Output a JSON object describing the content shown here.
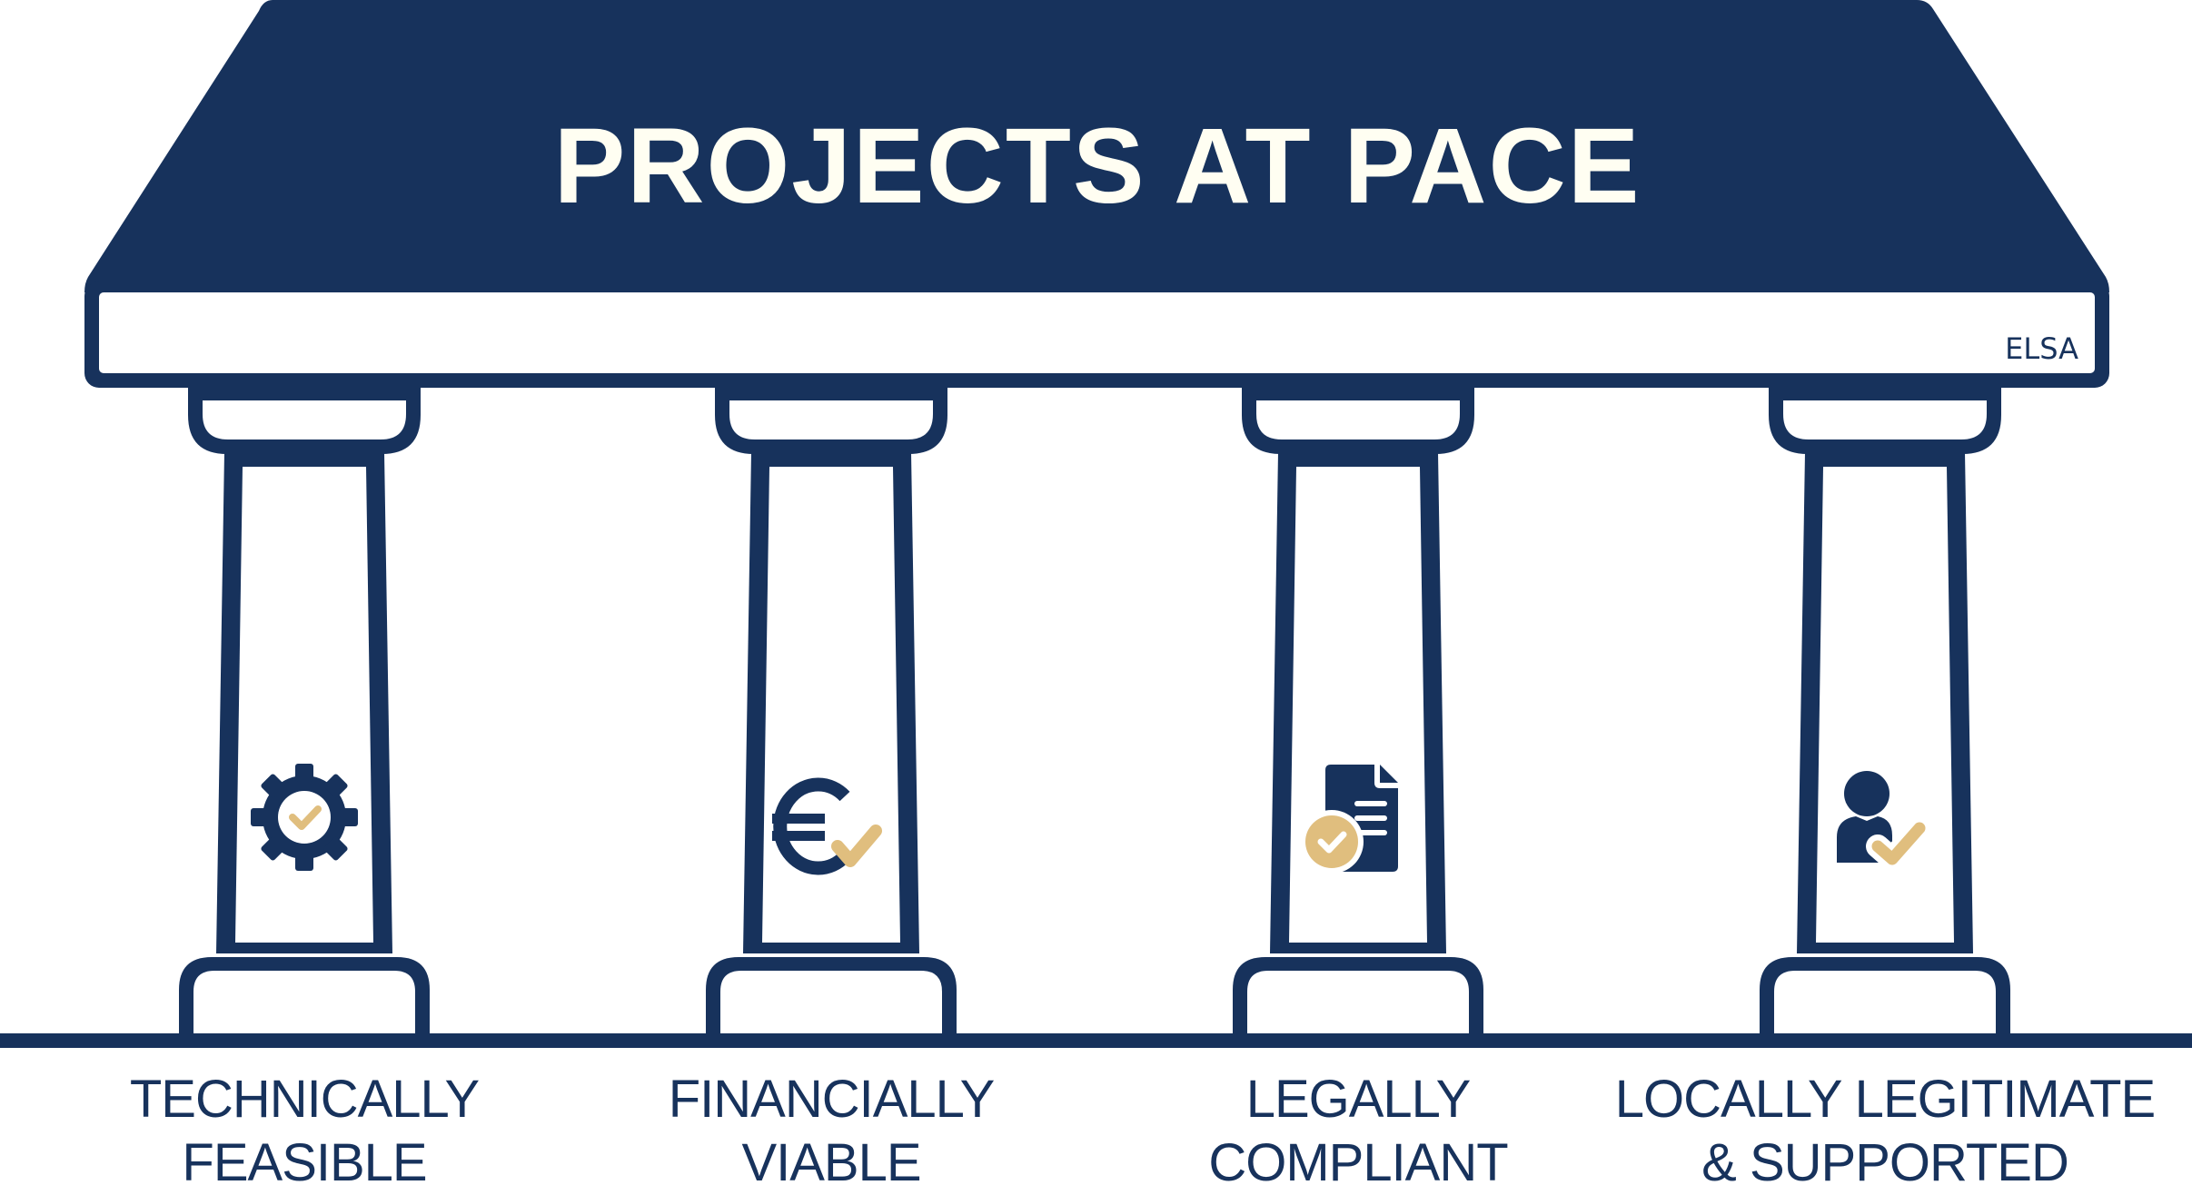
{
  "header": {
    "title": "PROJECTS AT PACE",
    "brand": "ELSA"
  },
  "colors": {
    "navy": "#17325C",
    "gold": "#E0BE7E",
    "title_text": "#FFFEF2",
    "background": "#FFFFFF"
  },
  "pillars": [
    {
      "icon": "gear-check-icon",
      "label_line1": "TECHNICALLY",
      "label_line2": "FEASIBLE"
    },
    {
      "icon": "euro-check-icon",
      "label_line1": "FINANCIALLY",
      "label_line2": "VIABLE"
    },
    {
      "icon": "document-check-icon",
      "label_line1": "LEGALLY",
      "label_line2": "COMPLIANT"
    },
    {
      "icon": "person-check-icon",
      "label_line1": "LOCALLY LEGITIMATE",
      "label_line2": "& SUPPORTED"
    }
  ]
}
